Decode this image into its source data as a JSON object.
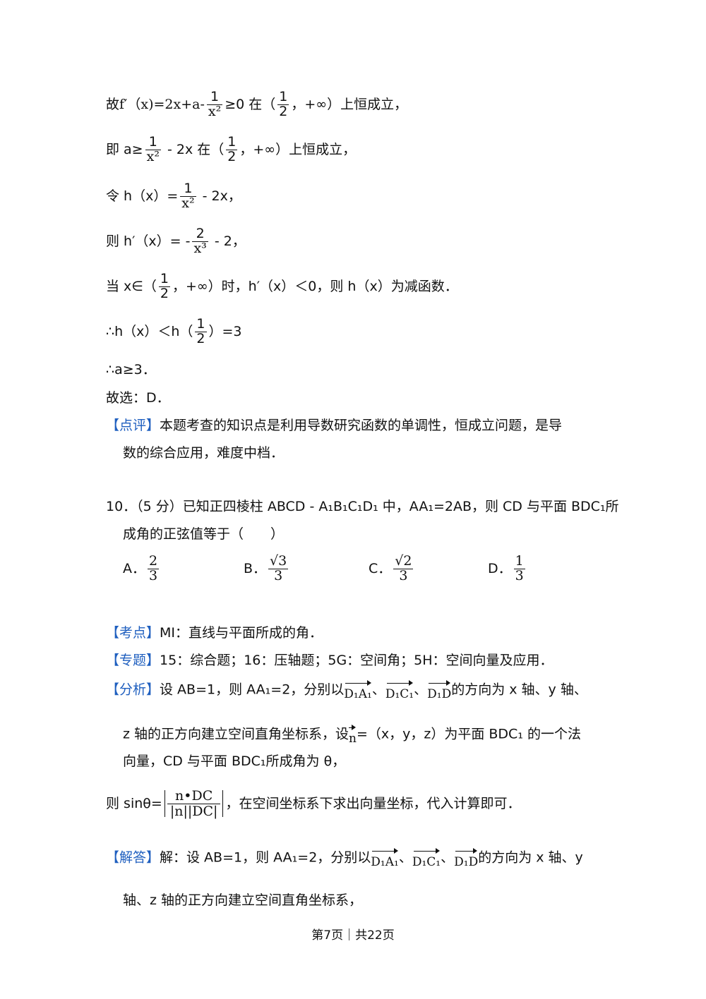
{
  "lines": {
    "l1_a": "故",
    "l1_b": "f′（x)=2x+a-",
    "l1_c": "≥0 在（",
    "l1_d": "，+∞）上恒成立，",
    "l2_a": "即 a≥",
    "l2_b": " - 2x 在（",
    "l2_c": "，+∞）上恒成立，",
    "l3_a": "令 h（x）=",
    "l3_b": " - 2x，",
    "l4_a": "则 h′（x）= -",
    "l4_b": " - 2，",
    "l5_a": "当 x∈（",
    "l5_b": "，+∞）时，h′（x）＜0，则 h（x）为减函数．",
    "l6_a": "∴h（x）＜h（",
    "l6_b": "）=3",
    "l7": "∴a≥3．",
    "l8": "故选：D．",
    "pingjia_tag": "【点评】",
    "pingjia_1": "本题考查的知识点是利用导数研究函数的单调性，恒成立问题，是导",
    "pingjia_2": "数的综合应用，难度中档．"
  },
  "fractions": {
    "one": "1",
    "two": "2",
    "x2": "x²",
    "x3": "x³"
  },
  "question": {
    "line1": "10．（5 分）已知正四棱柱 ABCD - A₁B₁C₁D₁ 中，AA₁=2AB，则 CD 与平面 BDC₁所",
    "line2": "成角的正弦值等于（　　）",
    "options": [
      {
        "label": "A．",
        "num": "2",
        "den": "3"
      },
      {
        "label": "B．",
        "num": "√3",
        "den": "3"
      },
      {
        "label": "C．",
        "num": "√2",
        "den": "3"
      },
      {
        "label": "D．",
        "num": "1",
        "den": "3"
      }
    ]
  },
  "kaodian": {
    "tag": "【考点】",
    "text": "MI：直线与平面所成的角．"
  },
  "zhuanti": {
    "tag": "【专题】",
    "text": "15：综合题；16：压轴题；5G：空间角；5H：空间向量及应用．"
  },
  "fenxi": {
    "tag": "【分析】",
    "a": "设 AB=1，则 AA₁=2，分别以",
    "v1": "D₁A₁",
    "sep": "、",
    "v2": "D₁C₁",
    "v3": "D₁D",
    "b": "的方向为 x 轴、y 轴、",
    "line2_a": "z 轴的正方向建立空间直角坐标系，设",
    "n": "n",
    "line2_b": "=（x，y，z）为平面 BDC₁ 的一个法",
    "line3": "向量，CD 与平面 BDC₁所成角为 θ，",
    "line4_a": "则 sinθ=",
    "frac_num": "n•DC",
    "frac_den": "|n||DC|",
    "line4_b": "，在空间坐标系下求出向量坐标，代入计算即可．"
  },
  "jieda": {
    "tag": "【解答】",
    "a": "解：设 AB=1，则 AA₁=2，分别以",
    "b": "的方向为 x 轴、y",
    "line2": "轴、z 轴的正方向建立空间直角坐标系，"
  },
  "footer": "第7页｜共22页"
}
